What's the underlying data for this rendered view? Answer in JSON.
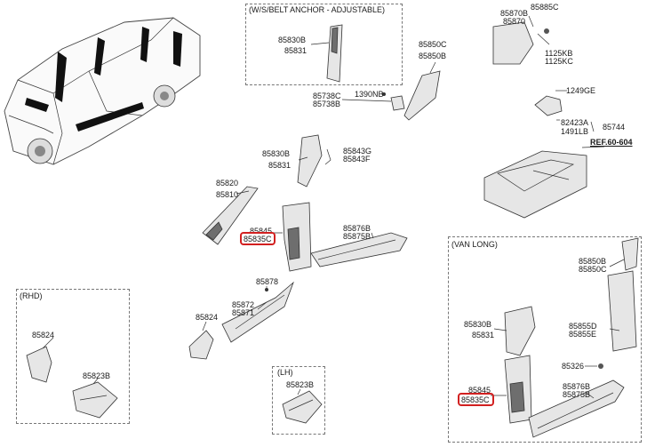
{
  "sections": {
    "belt_anchor": "(W/S/BELT ANCHOR - ADJUSTABLE)",
    "rhd": "(RHD)",
    "lh": "(LH)",
    "van_long": "(VAN LONG)"
  },
  "labels": {
    "p85830B_a": "85830B",
    "p85831_a": "85831",
    "p85850C_a": "85850C",
    "p85850B_a": "85850B",
    "p85738C": "85738C",
    "p85738B": "85738B",
    "p1390NB": "1390NB",
    "p85870B": "85870B",
    "p85870": "85870",
    "p85885C": "85885C",
    "p1125KB": "1125KB",
    "p1125KC": "1125KC",
    "p1249GE": "1249GE",
    "p82423A": "82423A",
    "p85744": "85744",
    "p1491LB": "1491LB",
    "ref": "REF.60-604",
    "p85830B_b": "85830B",
    "p85831_b": "85831",
    "p85843G": "85843G",
    "p85843F": "85843F",
    "p85820": "85820",
    "p85810": "85810",
    "p85845_a": "85845",
    "p85835C_a": "85835C",
    "p85876B_a": "85876B",
    "p85875B_a": "85875B",
    "p85878": "85878",
    "p85872": "85872",
    "p85871": "85871",
    "p85824_a": "85824",
    "p85824_b": "85824",
    "p85823B_a": "85823B",
    "p85823B_b": "85823B",
    "p85850B_b": "85850B",
    "p85850C_b": "85850C",
    "p85830B_c": "85830B",
    "p85831_c": "85831",
    "p85855D": "85855D",
    "p85855E": "85855E",
    "p85326": "85326",
    "p85845_b": "85845",
    "p85835C_b": "85835C",
    "p85876B_b": "85876B",
    "p85875B_b": "85875B"
  },
  "colors": {
    "highlight": "#d22020",
    "part_fill": "#e6e6e6",
    "part_dark": "#6e6e6e"
  }
}
